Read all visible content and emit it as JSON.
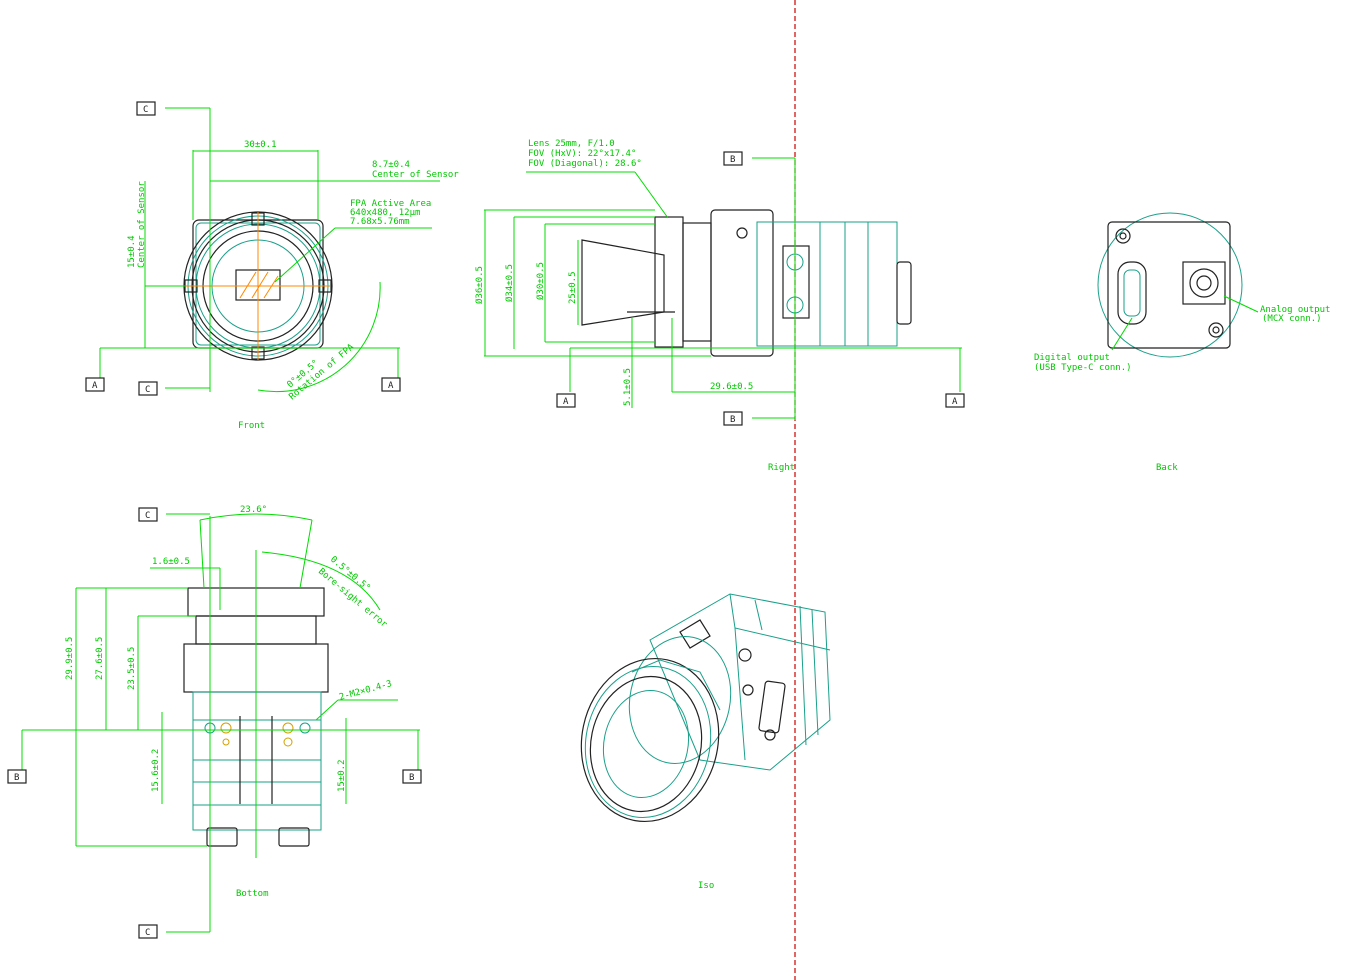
{
  "views": {
    "front": "Front",
    "right": "Right",
    "back": "Back",
    "bottom": "Bottom",
    "iso": "Iso"
  },
  "datums": {
    "a": "A",
    "b": "B",
    "c": "C"
  },
  "front_dims": {
    "width": "30±0.1",
    "center_h": "8.7±0.4",
    "center_h_caption": "Center of Sensor",
    "fpa": "FPA Active Area",
    "fpa_res": "640x480, 12μm",
    "fpa_size": "7.68x5.76mm",
    "center_v": "15±0.4",
    "center_v_caption": "Center of Sensor",
    "rotation": "0°±0.5°",
    "rotation_caption": "Rotation of FPA"
  },
  "right_dims": {
    "lens_line1": "Lens 25mm, F/1.0",
    "lens_line2": "FOV (HxV): 22°x17.4°",
    "lens_line3": "FOV (Diagonal): 28.6°",
    "d1": "Ø36±0.5",
    "d2": "Ø34±0.5",
    "d3": "Ø30±0.5",
    "d4": "25±0.5",
    "d5": "5.1±0.5",
    "d6": "29.6±0.5"
  },
  "back_dims": {
    "analog_line1": "Analog output",
    "analog_line2": "(MCX conn.)",
    "digital_line1": "Digital output",
    "digital_line2": "(USB Type-C conn.)"
  },
  "bottom_dims": {
    "angle": "23.6°",
    "offset": "1.6±0.5",
    "field_line1": "0.5°±0.5°",
    "field_line2": "Bore-sight error",
    "h1": "29.9±0.5",
    "h2": "27.6±0.5",
    "h3": "23.5±0.5",
    "thread": "2-M2×0.4-3",
    "s1": "15.6±0.2",
    "s2": "15±0.2"
  }
}
